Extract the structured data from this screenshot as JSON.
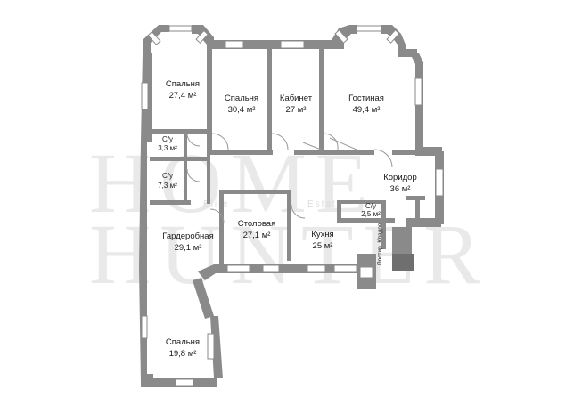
{
  "watermark": {
    "line1": "HOME",
    "line2": "HUNTER",
    "tag1": "Elite",
    "tag2": "Estate"
  },
  "rooms": [
    {
      "id": "bedroom1",
      "name": "Спальня",
      "area": "27,4 м²"
    },
    {
      "id": "bedroom2",
      "name": "Спальня",
      "area": "30,4 м²"
    },
    {
      "id": "study",
      "name": "Кабинет",
      "area": "27 м²"
    },
    {
      "id": "living",
      "name": "Гостиная",
      "area": "49,4 м²"
    },
    {
      "id": "bath1",
      "name": "С/у",
      "area": "3,3 м²"
    },
    {
      "id": "bath2",
      "name": "С/у",
      "area": "7,3 м²"
    },
    {
      "id": "corridor",
      "name": "Коридор",
      "area": "36 м²"
    },
    {
      "id": "bath3",
      "name": "С/у",
      "area": "2,5 м²"
    },
    {
      "id": "dressing",
      "name": "Гардеробная",
      "area": "29,1 м²"
    },
    {
      "id": "dining",
      "name": "Столовая",
      "area": "27,1 м²"
    },
    {
      "id": "kitchen",
      "name": "Кухня",
      "area": "25 м²"
    },
    {
      "id": "bedroom3",
      "name": "Спальня",
      "area": "19,8 м²"
    }
  ],
  "storage_label": "Постир. Кладов."
}
